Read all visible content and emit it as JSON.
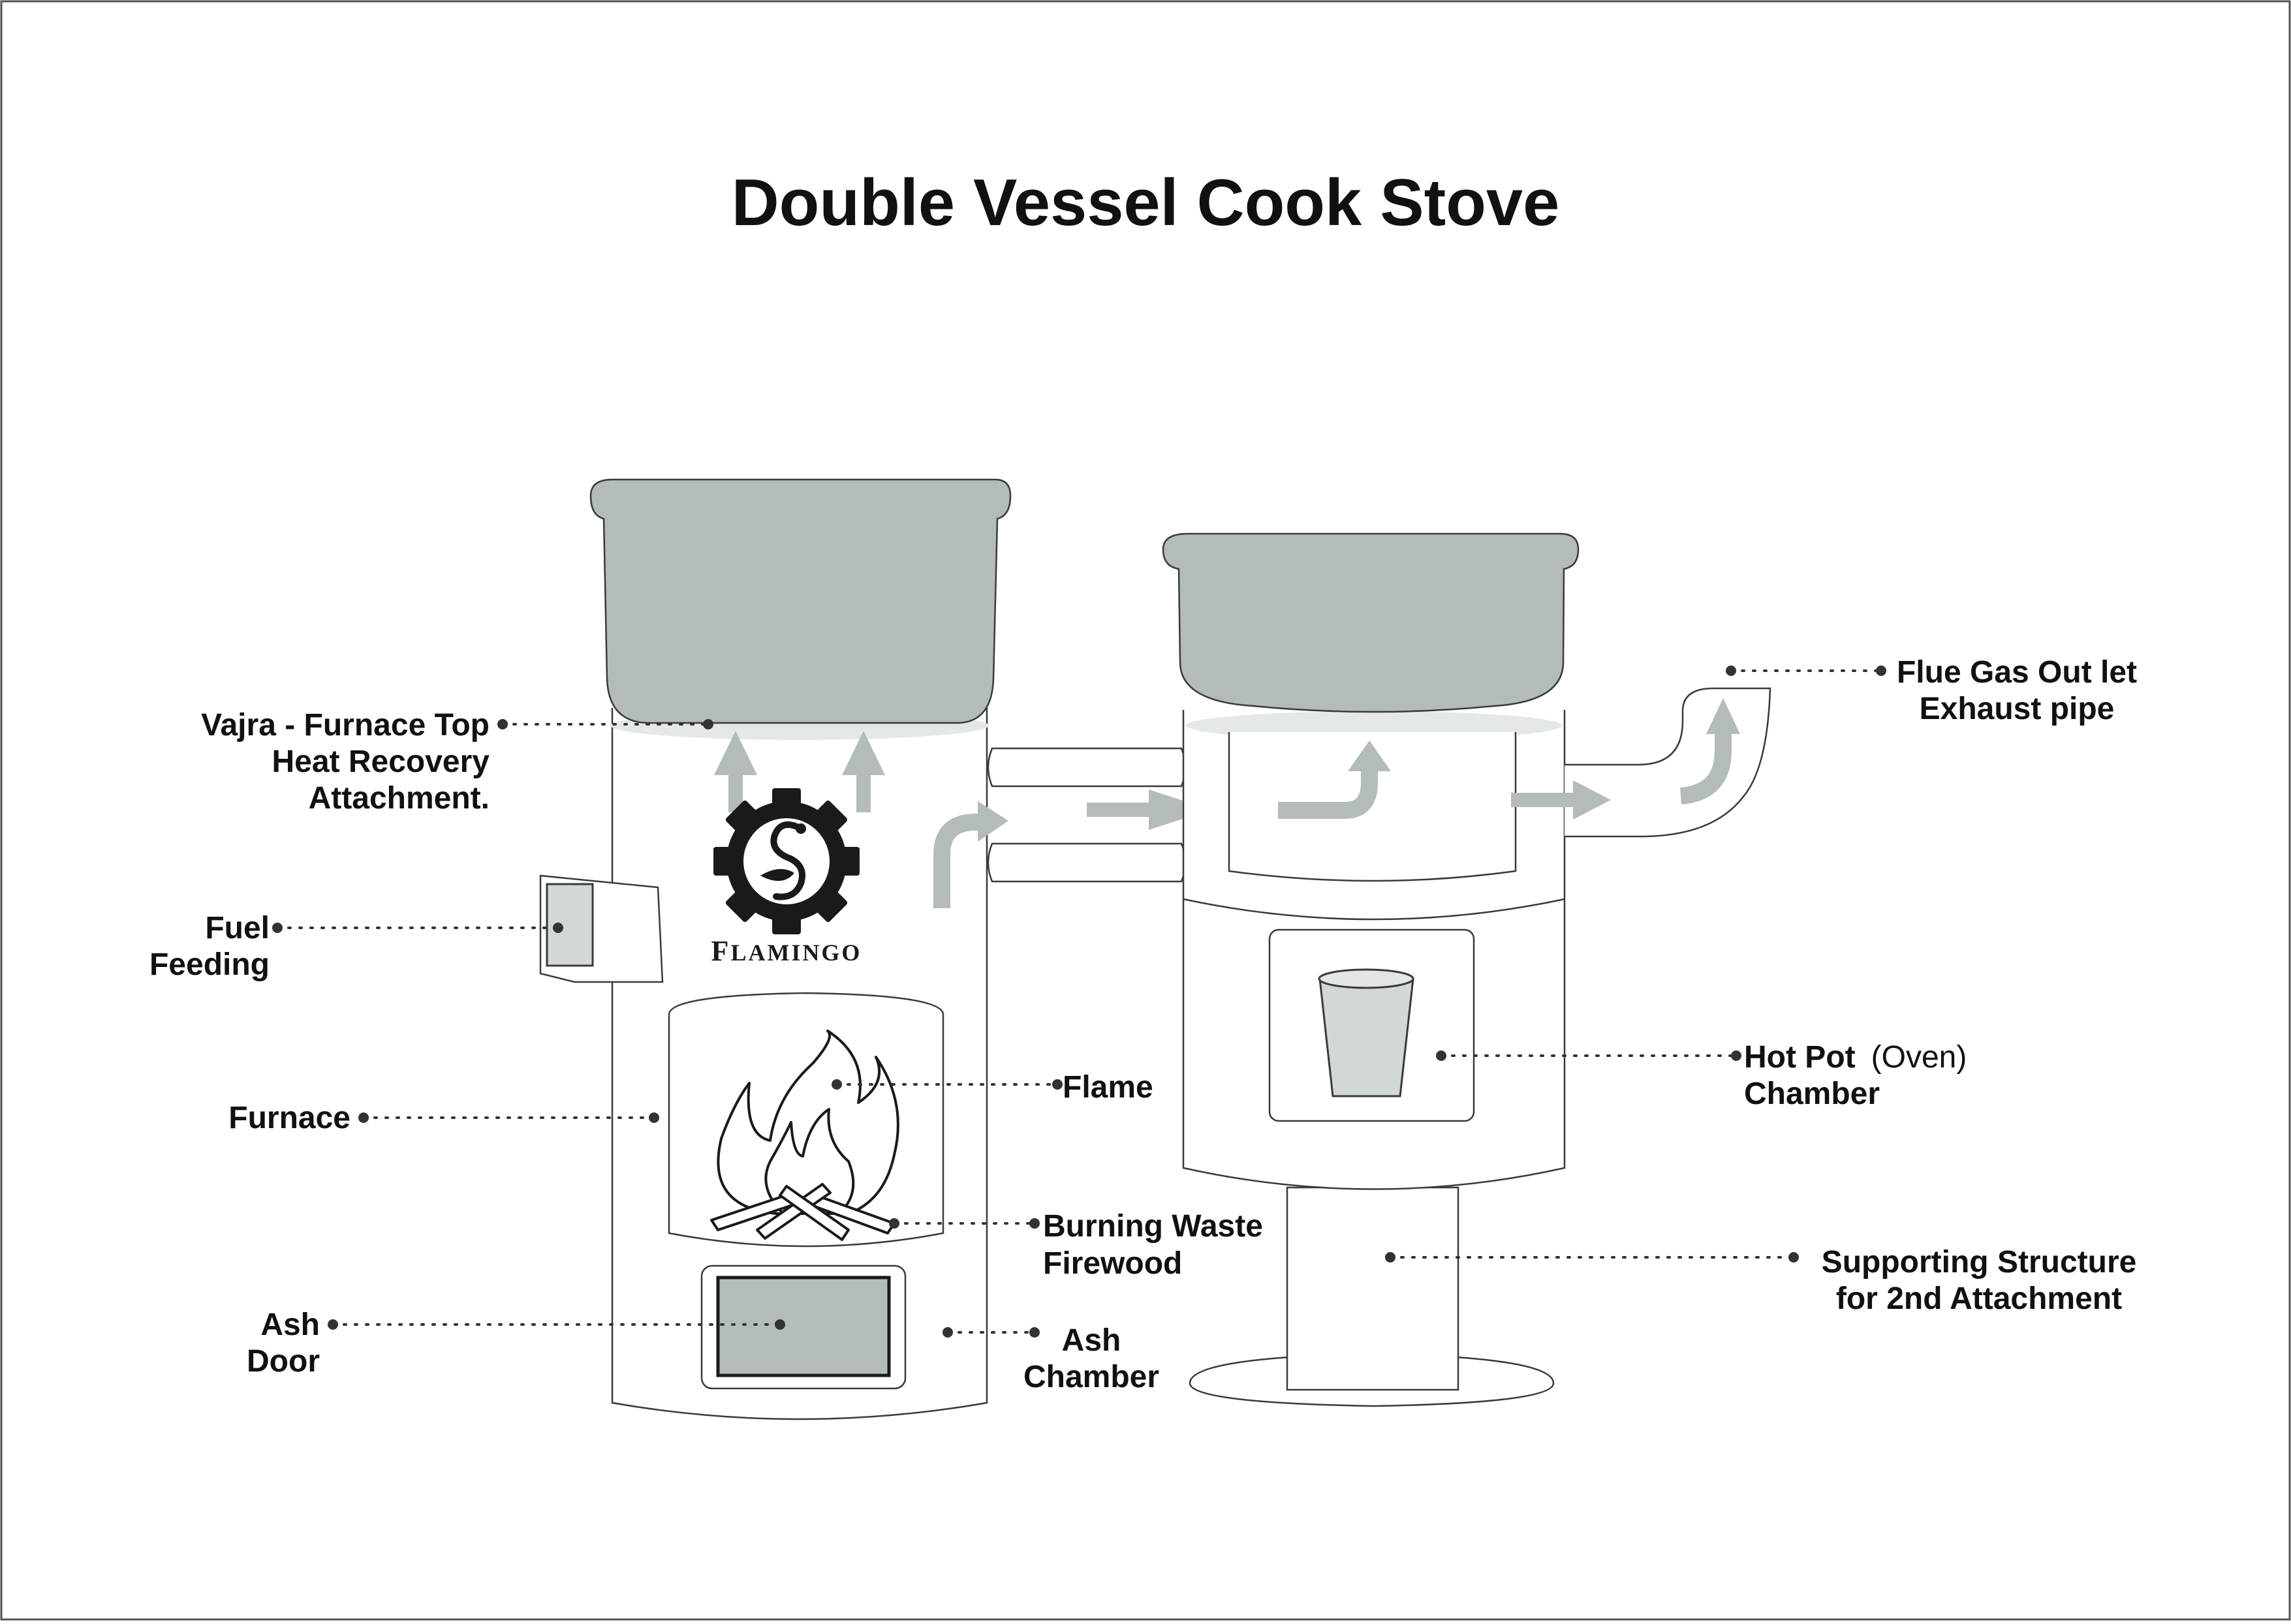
{
  "title": "Double Vessel Cook Stove",
  "brand": {
    "initial": "F",
    "rest": "LAMINGO"
  },
  "labels": {
    "vajra_1": "Vajra - Furnace Top",
    "vajra_2": "Heat Recovery",
    "vajra_3": "Attachment.",
    "fuel_1": "Fuel",
    "fuel_2": "Feeding",
    "furnace": "Furnace",
    "ash_door_1": "Ash",
    "ash_door_2": "Door",
    "flame": "Flame",
    "burning_1": "Burning Waste",
    "burning_2": "Firewood",
    "ash_chamber_1": "Ash",
    "ash_chamber_2": "Chamber",
    "flue_1": "Flue Gas Out let",
    "flue_2": "Exhaust pipe",
    "hot_pot_1": "Hot Pot",
    "hot_pot_oven": "(Oven)",
    "hot_pot_2": "Chamber",
    "support_1": "Supporting Structure",
    "support_2": "for 2nd Attachment"
  },
  "colors": {
    "pot_fill": "#b3bcba",
    "arrow_fill": "#b3bcba",
    "outline": "#3a3a3a",
    "text": "#111111",
    "heat_glow": "#e4e8e6"
  },
  "icons": [
    "gear-logo-icon",
    "flamingo-icon",
    "flame-icon",
    "firewood-icon",
    "cup-icon"
  ]
}
